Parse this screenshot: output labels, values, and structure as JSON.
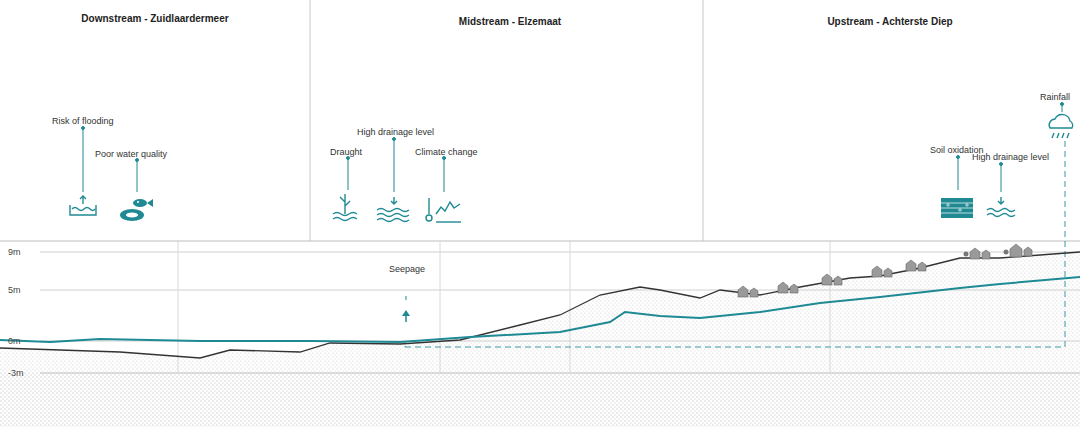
{
  "diagram": {
    "labels": [
      "Downstream - Zuidlaardermeer",
      "Midstream - Elzemaat",
      "Upstream - Achterste Diep",
      "Risk of flooding",
      "Poor water quality",
      "Draught",
      "High drainage level",
      "Climate change",
      "Soil oxidation",
      "High drainage level",
      "Rainfall",
      "Seepage",
      "9m",
      "5m",
      "0m",
      "-3m"
    ]
  }
}
